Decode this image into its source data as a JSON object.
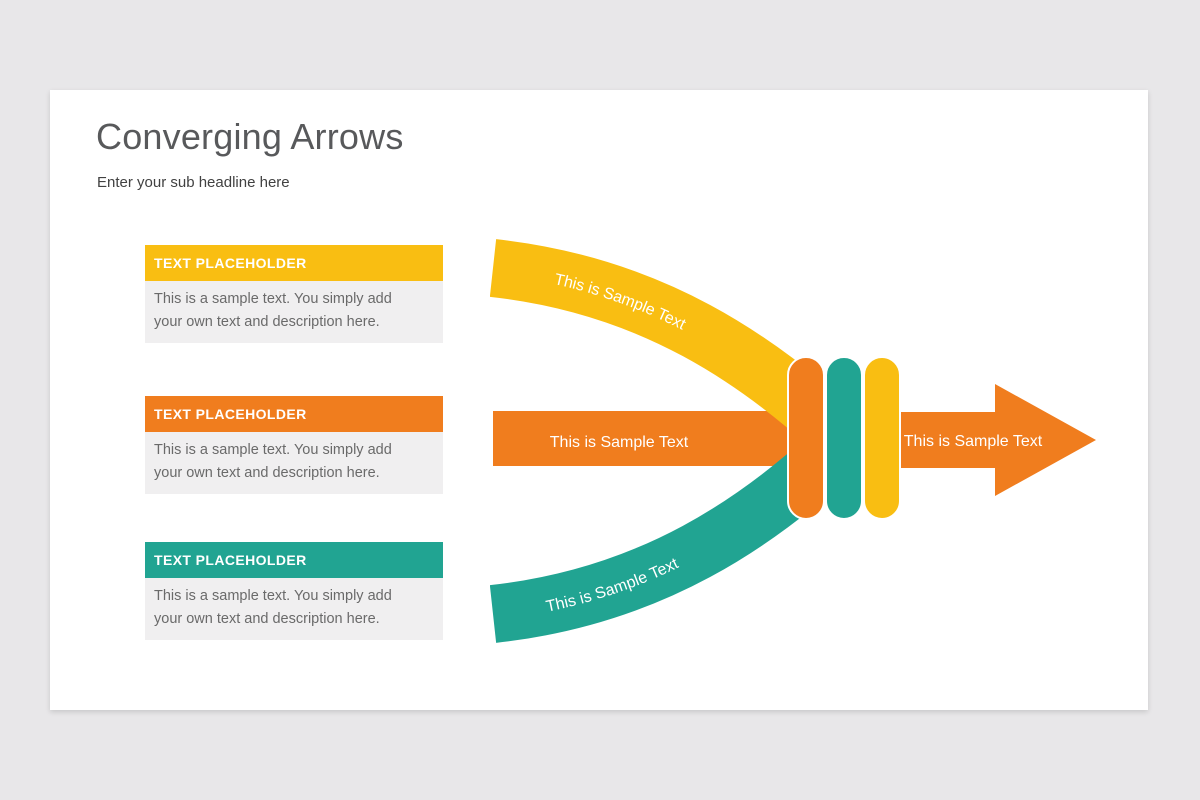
{
  "slide": {
    "title": "Converging Arrows",
    "subtitle": "Enter your sub headline here"
  },
  "placeholders": [
    {
      "header": "TEXT PLACEHOLDER",
      "color": "#f9be12",
      "body": [
        "This is a sample text. You simply add",
        "your own text and description here."
      ]
    },
    {
      "header": "TEXT PLACEHOLDER",
      "color": "#f07d1e",
      "body": [
        "This is a sample text. You simply add",
        "your own text and description here."
      ]
    },
    {
      "header": "TEXT PLACEHOLDER",
      "color": "#21a492",
      "body": [
        "This is a sample text. You simply add",
        "your own text and description here."
      ]
    }
  ],
  "diagram": {
    "labels": {
      "input_top": "This is Sample Text",
      "input_middle": "This is Sample Text",
      "input_bottom": "This is Sample Text",
      "output": "This is Sample Text"
    },
    "colors": {
      "yellow": "#f9be12",
      "orange": "#f07d1e",
      "teal": "#21a492"
    }
  },
  "page": {
    "background": "#e8e7e9",
    "slide_background": "#ffffff",
    "title_color": "#58595b",
    "body_text_color": "#6a6a6a"
  }
}
